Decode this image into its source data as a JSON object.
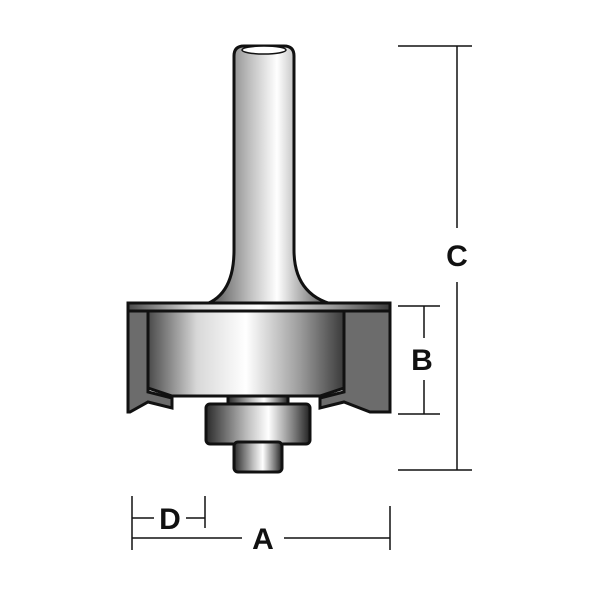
{
  "diagram": {
    "labels": {
      "a": "A",
      "b": "B",
      "c": "C",
      "d": "D"
    },
    "colors": {
      "outline": "#111111",
      "metal_dark": "#3a3a3a",
      "metal_mid": "#9a9a9a",
      "metal_light": "#ffffff",
      "cutter_fill": "#707070",
      "background": "#ffffff"
    }
  }
}
